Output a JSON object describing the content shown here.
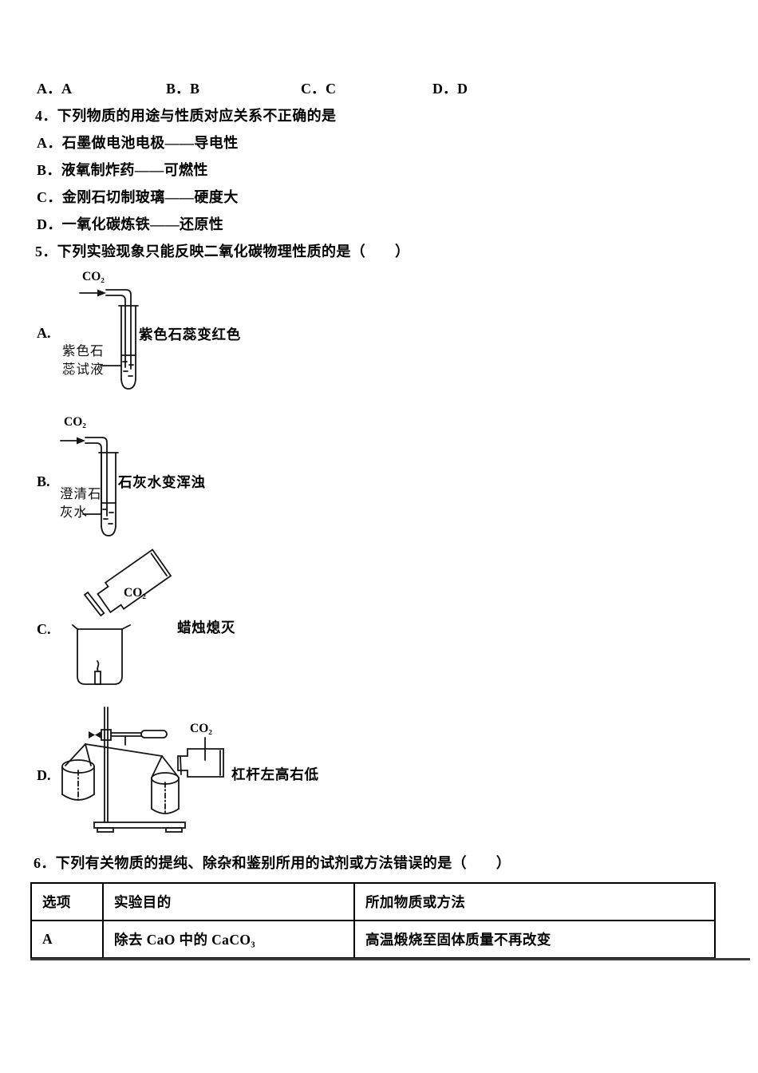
{
  "page": {
    "answer_row": [
      "A．A",
      "B．B",
      "C．C",
      "D．D"
    ],
    "q4": {
      "stem": "4．下列物质的用途与性质对应关系不正确的是",
      "options": [
        "A．石墨做电池电极——导电性",
        "B．液氧制炸药——可燃性",
        "C．金刚石切制玻璃——硬度大",
        "D．一氧化碳炼铁——还原性"
      ]
    },
    "q5": {
      "stem": "5．下列实验现象只能反映二氧化碳物理性质的是（　　）",
      "options": {
        "a": {
          "label": "A.",
          "gas": "CO₂",
          "reagent_line1": "紫色石",
          "reagent_line2": "蕊试液",
          "result": "紫色石蕊变红色"
        },
        "b": {
          "label": "B.",
          "gas": "CO₂",
          "reagent_line1": "澄清石",
          "reagent_line2": "灰水",
          "result": "石灰水变浑浊"
        },
        "c": {
          "label": "C.",
          "gas": "CO₂",
          "result": "蜡烛熄灭"
        },
        "d": {
          "label": "D.",
          "gas": "CO₂",
          "result": "杠杆左高右低"
        }
      }
    },
    "q6": {
      "stem": "6．下列有关物质的提纯、除杂和鉴别所用的试剂或方法错误的是（　　）",
      "table": {
        "headers": [
          "选项",
          "实验目的",
          "所加物质或方法"
        ],
        "rows": [
          {
            "option": "A",
            "purpose": "除去 CaO 中的 CaCO₃",
            "method": "高温煅烧至固体质量不再改变"
          }
        ]
      }
    }
  }
}
